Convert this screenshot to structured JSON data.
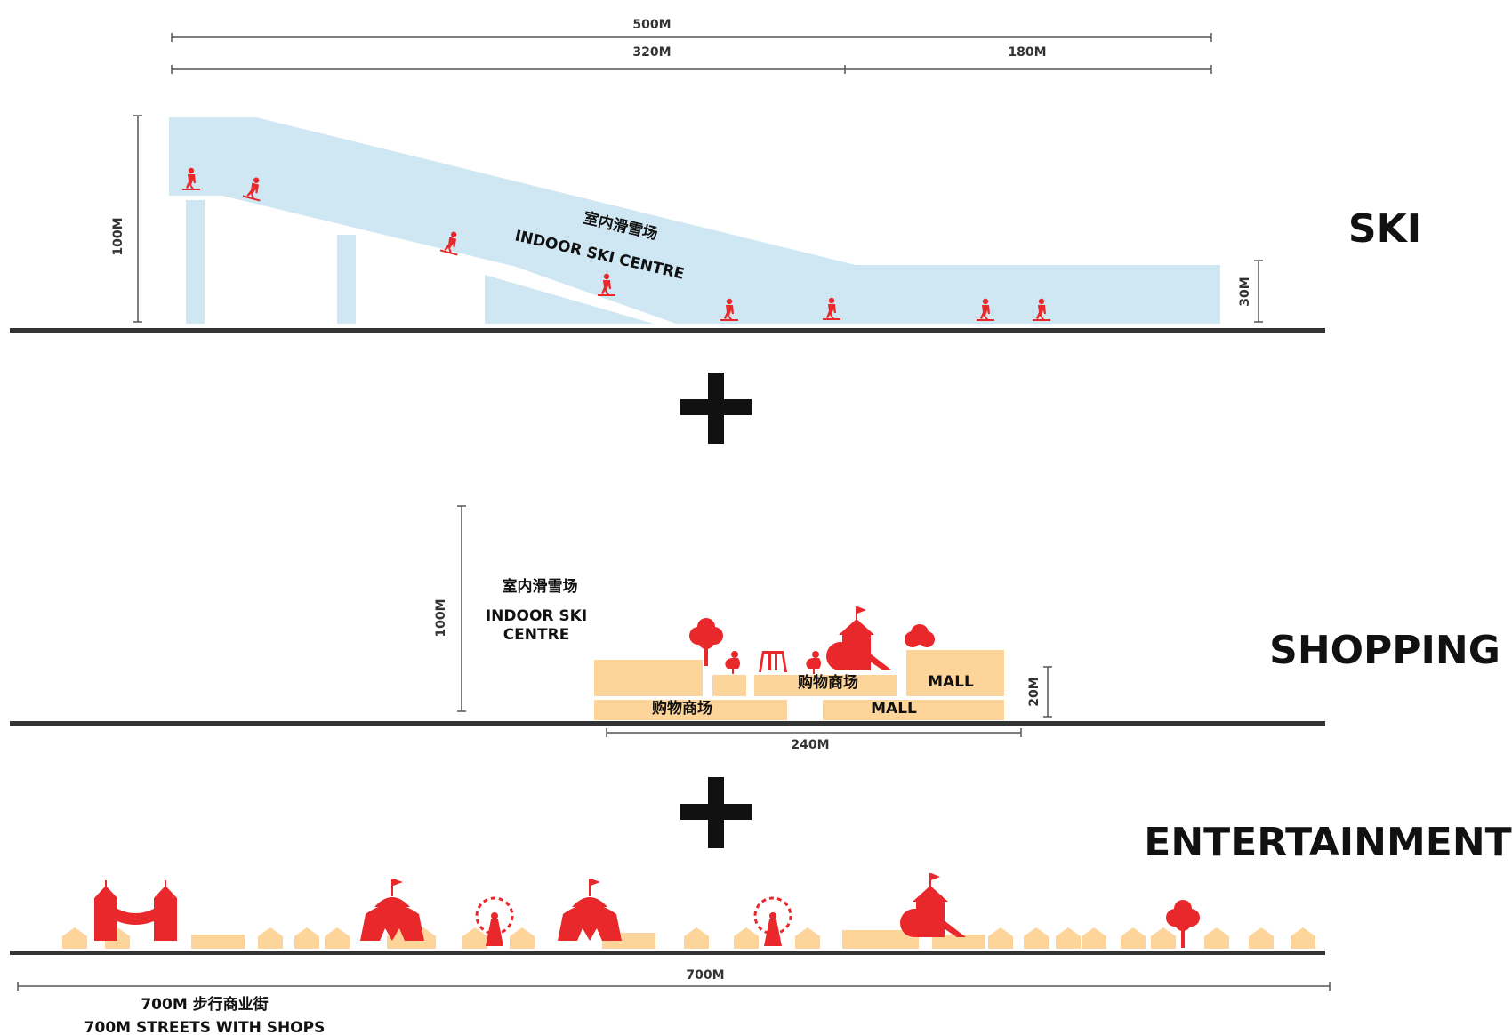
{
  "colors": {
    "ground": "#333333",
    "ski_slope": "#cfe7f3",
    "building": "#fdd59b",
    "accent_red": "#e8282b",
    "plus": "#111111",
    "dimension": "#555555"
  },
  "ski": {
    "heading": "SKI",
    "dim_total": "500M",
    "dim_left": "320M",
    "dim_right": "180M",
    "dim_height": "100M",
    "dim_low_height": "30M",
    "label_cn": "室内滑雪场",
    "label_en": "INDOOR SKI CENTRE",
    "icons": [
      "skier-icon",
      "skier-icon",
      "skier-icon",
      "skier-icon",
      "skier-icon",
      "skier-icon",
      "skier-icon",
      "skier-icon"
    ]
  },
  "shopping": {
    "heading": "SHOPPING",
    "dim_height": "100M",
    "dim_mall_height": "20M",
    "dim_width": "240M",
    "ski_label_cn": "室内滑雪场",
    "ski_label_en_1": "INDOOR SKI",
    "ski_label_en_2": "CENTRE",
    "mall_cn_upper": "购物商场",
    "mall_en_upper": "MALL",
    "mall_cn_lower": "购物商场",
    "mall_en_lower": "MALL",
    "icons": [
      "tree-icon",
      "duck-icon",
      "swing-icon",
      "duck-icon",
      "castle-slide-icon",
      "tree-icon"
    ]
  },
  "entertainment": {
    "heading": "ENTERTAINMENT",
    "dim_width": "700M",
    "caption_cn": "700M 步行商业街",
    "caption_en": "700M STREETS WITH SHOPS",
    "icons": [
      "castle-gate-icon",
      "circus-tent-icon",
      "ferris-wheel-icon",
      "circus-tent-icon",
      "ferris-wheel-icon",
      "castle-slide-icon",
      "tree-icon"
    ]
  },
  "plus_symbol": "+"
}
